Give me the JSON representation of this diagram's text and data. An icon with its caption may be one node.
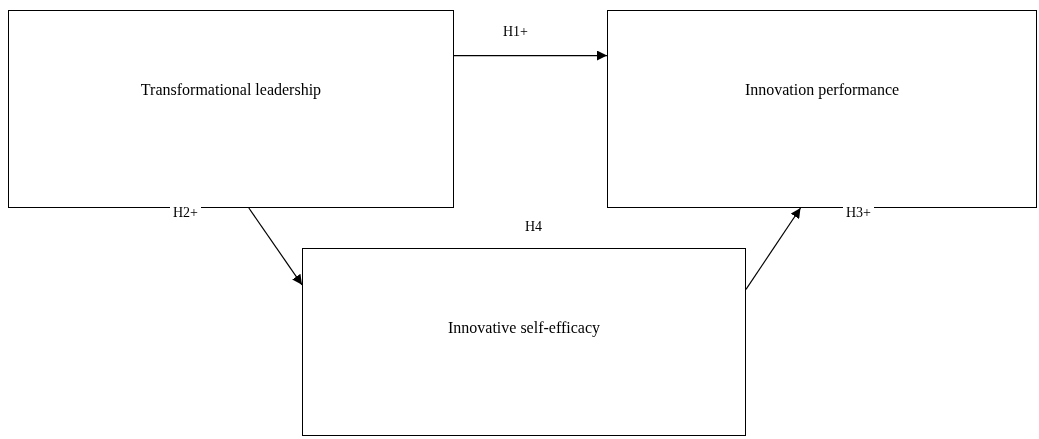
{
  "diagram": {
    "nodes": [
      {
        "text": [
          "Transformational leadership"
        ]
      },
      {
        "text": [
          "Innovation performance"
        ]
      },
      {
        "text": [
          "Innovative self-efficacy"
        ]
      }
    ],
    "edges": [
      {
        "from": 0,
        "to": 1,
        "arrow": "to",
        "label": "H1+"
      },
      {
        "from": 0,
        "to": 2,
        "arrow": "to",
        "label": "H2+"
      },
      {
        "from": 2,
        "to": 1,
        "arrow": "to",
        "label": "H3+"
      }
    ],
    "labels": [
      "H4"
    ]
  }
}
